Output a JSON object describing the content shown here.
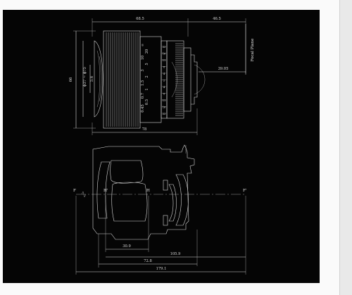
{
  "page": {
    "background": "#fafafa",
    "panel_color": "#050505",
    "line_color": "#d8d8d8"
  },
  "side_view": {
    "dim_overall_length": "68.5",
    "dim_flange_to_focal": "46.5",
    "dim_mount": "39.05",
    "dim_total_with_flange": "78",
    "dim_height": "66",
    "dim_filter_thread": "ϕ37 ~ ϕ75",
    "dim_hood": "5.6",
    "focal_plane_label": "Focal Plane",
    "distance_scale": [
      "∞",
      "20",
      "10",
      "5",
      "3",
      "2",
      "1.5",
      "1",
      "0.7",
      "0.5",
      "0.45"
    ],
    "depth_scale": [
      "22",
      "16",
      "11",
      "8",
      "4",
      "2",
      "4",
      "8",
      "11",
      "16",
      "22"
    ]
  },
  "section_view": {
    "label_front_focus": "F",
    "label_rear_focus": "F'",
    "label_principal_front": "H'",
    "label_principal_rear": "H",
    "dim_bfd": "30.9",
    "dim_principal": "105.9",
    "dim_front": "72.8",
    "dim_overall": "179.1"
  }
}
